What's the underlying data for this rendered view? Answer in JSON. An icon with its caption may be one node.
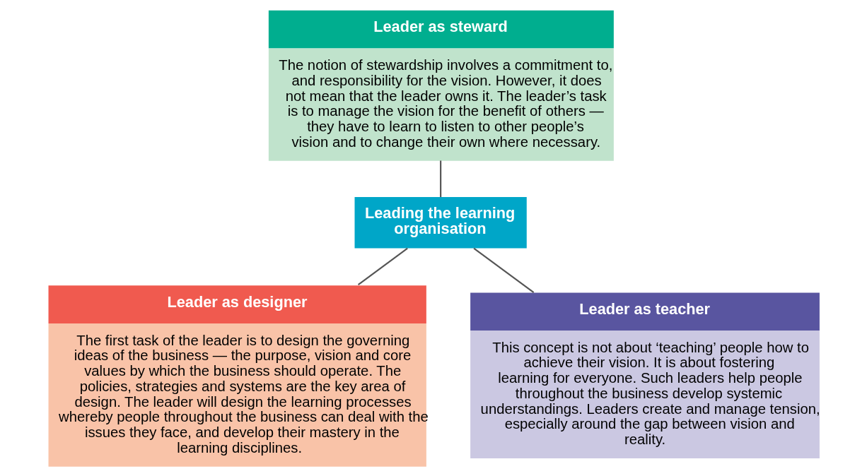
{
  "diagram": {
    "nodes": [
      {
        "text": [
          "Leader as steward",
          "The notion of stewardship involves a commitment to, and responsibility for the vision. However, it does not mean that the leader owns it. The leader’s task is to manage the vision for the benefit of others — they have to learn to listen to other people’s vision and to change their own where necessary."
        ]
      },
      {
        "text": [
          "Leading the learning organisation"
        ]
      },
      {
        "text": [
          "Leader as designer",
          "The first task of the leader is to design the governing ideas of the business — the purpose, vision and core values by which the business should operate. The policies, strategies and systems are the key area of design. The leader will design the learning processes whereby people throughout the business can deal with the issues they face, and develop their mastery in the learning disciplines."
        ]
      },
      {
        "text": [
          "Leader as teacher",
          "This concept is not about ‘teaching’ people how to achieve their vision. It is about fostering learning for everyone. Such leaders help people throughout the business develop systemic understandings. Leaders create and manage tension, especially around the gap between vision and reality."
        ]
      }
    ],
    "edges": [
      {
        "from": 0,
        "to": 1,
        "arrow": "none"
      },
      {
        "from": 1,
        "to": 2,
        "arrow": "none"
      },
      {
        "from": 1,
        "to": 3,
        "arrow": "none"
      }
    ]
  }
}
